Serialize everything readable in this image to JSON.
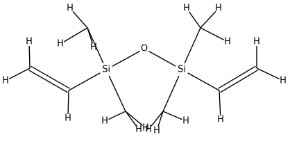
{
  "molecule": {
    "atoms": [
      {
        "id": "si1",
        "element": "Si"
      },
      {
        "id": "o1",
        "element": "O"
      },
      {
        "id": "si2",
        "element": "Si"
      },
      {
        "id": "h_v1a",
        "element": "H"
      },
      {
        "id": "h_v1b",
        "element": "H"
      },
      {
        "id": "h_v1c",
        "element": "H"
      },
      {
        "id": "h_m1a",
        "element": "H"
      },
      {
        "id": "h_m1b",
        "element": "H"
      },
      {
        "id": "h_m1c",
        "element": "H"
      },
      {
        "id": "h_m2a",
        "element": "H"
      },
      {
        "id": "h_m2b",
        "element": "H"
      },
      {
        "id": "h_m2c",
        "element": "H"
      },
      {
        "id": "h_m3a",
        "element": "H"
      },
      {
        "id": "h_m3b",
        "element": "H"
      },
      {
        "id": "h_m3c",
        "element": "H"
      },
      {
        "id": "h_m4a",
        "element": "H"
      },
      {
        "id": "h_m4b",
        "element": "H"
      },
      {
        "id": "h_m4c",
        "element": "H"
      },
      {
        "id": "h_v2a",
        "element": "H"
      },
      {
        "id": "h_v2b",
        "element": "H"
      },
      {
        "id": "h_v2c",
        "element": "H"
      }
    ],
    "bonds": [
      {
        "from": "si1",
        "to": "o1",
        "order": 1
      },
      {
        "from": "o1",
        "to": "si2",
        "order": 1
      },
      {
        "from": "si1",
        "to": "cv1a",
        "order": 1
      },
      {
        "from": "cv1a",
        "to": "cv1b",
        "order": 2
      },
      {
        "from": "cv1a",
        "to": "h_v1c",
        "order": 1
      },
      {
        "from": "cv1b",
        "to": "h_v1a",
        "order": 1
      },
      {
        "from": "cv1b",
        "to": "h_v1b",
        "order": 1
      },
      {
        "from": "si1",
        "to": "cm1",
        "order": 1
      },
      {
        "from": "cm1",
        "to": "h_m1a",
        "order": 1
      },
      {
        "from": "cm1",
        "to": "h_m1b",
        "order": 1
      },
      {
        "from": "cm1",
        "to": "h_m1c",
        "order": 1
      },
      {
        "from": "si1",
        "to": "cm2",
        "order": 1
      },
      {
        "from": "cm2",
        "to": "h_m2a",
        "order": 1
      },
      {
        "from": "cm2",
        "to": "h_m2b",
        "order": 1
      },
      {
        "from": "cm2",
        "to": "h_m2c",
        "order": 1
      },
      {
        "from": "si2",
        "to": "cm3",
        "order": 1
      },
      {
        "from": "cm3",
        "to": "h_m3a",
        "order": 1
      },
      {
        "from": "cm3",
        "to": "h_m3b",
        "order": 1
      },
      {
        "from": "cm3",
        "to": "h_m3c",
        "order": 1
      },
      {
        "from": "si2",
        "to": "cm4",
        "order": 1
      },
      {
        "from": "cm4",
        "to": "h_m4a",
        "order": 1
      },
      {
        "from": "cm4",
        "to": "h_m4b",
        "order": 1
      },
      {
        "from": "cm4",
        "to": "h_m4c",
        "order": 1
      },
      {
        "from": "si2",
        "to": "cv2a",
        "order": 1
      },
      {
        "from": "cv2a",
        "to": "cv2b",
        "order": 2
      },
      {
        "from": "cv2a",
        "to": "h_v2c",
        "order": 1
      },
      {
        "from": "cv2b",
        "to": "h_v2a",
        "order": 1
      },
      {
        "from": "cv2b",
        "to": "h_v2b",
        "order": 1
      }
    ]
  }
}
